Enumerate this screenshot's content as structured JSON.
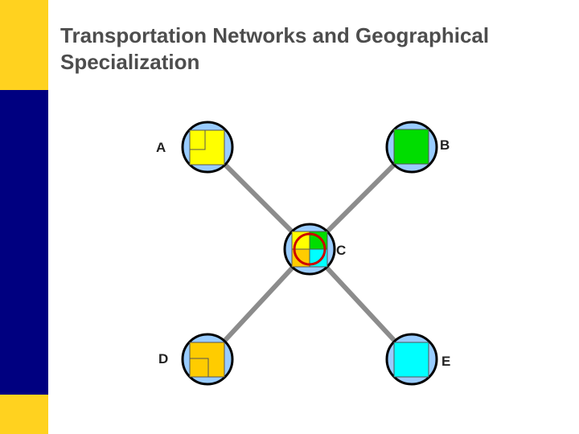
{
  "slide": {
    "title_line1": "Transportation Networks and Geographical",
    "title_line2": "Specialization"
  },
  "colors": {
    "accent_yellow": "#ffd21f",
    "sidebar_navy": "#000080",
    "node_fill": "#99ccff",
    "link_gray": "#8c8c8c",
    "yellow": "#ffff00",
    "orange": "#ffcc00",
    "green": "#00dd00",
    "cyan": "#00ffff",
    "ring_red": "#cc0000"
  },
  "nodes": [
    {
      "id": "A",
      "label": "A",
      "icon": "yellow-square-icon"
    },
    {
      "id": "B",
      "label": "B",
      "icon": "green-square-icon"
    },
    {
      "id": "C",
      "label": "C",
      "icon": "specialization-hub-icon"
    },
    {
      "id": "D",
      "label": "D",
      "icon": "orange-square-icon"
    },
    {
      "id": "E",
      "label": "E",
      "icon": "cyan-square-icon"
    }
  ],
  "links": [
    {
      "from": "A",
      "to": "C"
    },
    {
      "from": "B",
      "to": "C"
    },
    {
      "from": "D",
      "to": "C"
    },
    {
      "from": "E",
      "to": "C"
    }
  ]
}
